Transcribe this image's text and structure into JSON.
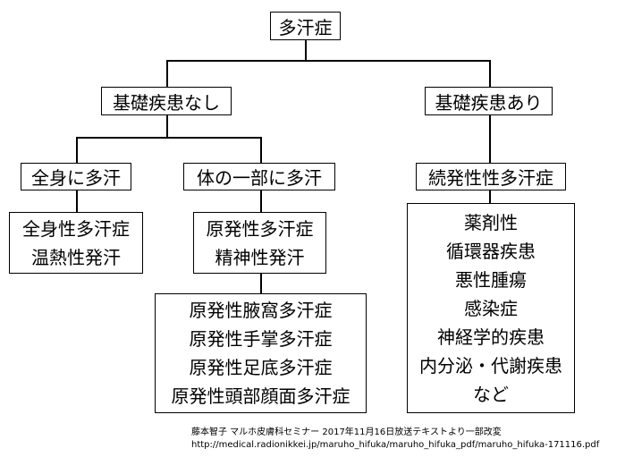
{
  "root": "多汗症",
  "level1": {
    "none": "基礎疾患なし",
    "exists": "基礎疾患あり"
  },
  "level2": {
    "whole_body": "全身に多汗",
    "partial": "体の一部に多汗",
    "secondary": "続発性性多汗症"
  },
  "leaves": {
    "whole_body": [
      "全身性多汗症",
      "温熱性発汗"
    ],
    "partial": [
      "原発性多汗症",
      "精神性発汗"
    ],
    "partial_detail": [
      "原発性腋窩多汗症",
      "原発性手掌多汗症",
      "原発性足底多汗症",
      "原発性頭部顔面多汗症"
    ],
    "secondary": [
      "薬剤性",
      "循環器疾患",
      "悪性腫瘍",
      "感染症",
      "神経学的疾患",
      "内分泌・代謝疾患",
      "など"
    ]
  },
  "source": {
    "line1": "藤本智子 マルホ皮膚科セミナー 2017年11月16日放送テキストより一部改変",
    "line2": "http://medical.radionikkei.jp/maruho_hifuka/maruho_hifuka_pdf/maruho_hifuka-171116.pdf"
  }
}
